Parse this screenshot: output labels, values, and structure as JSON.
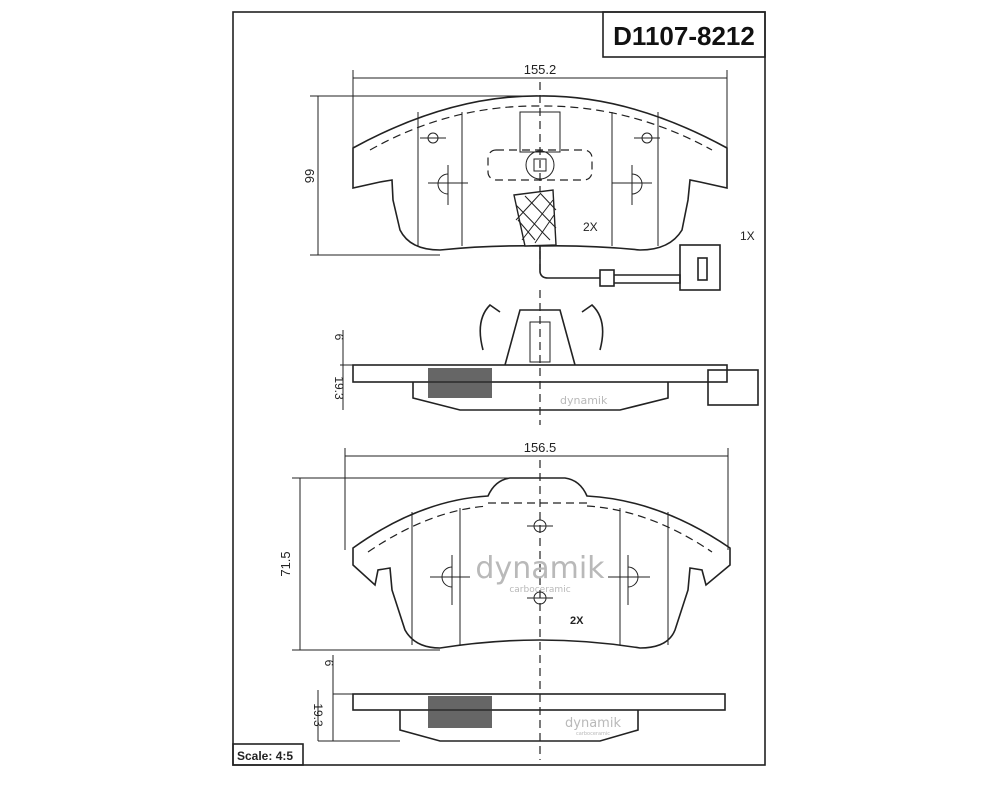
{
  "part_number": "D1107-8212",
  "scale_label": "Scale: 4:5",
  "top_view_pad_1": {
    "width_label": "155.2",
    "height_label": "66",
    "quantity": "2X",
    "sensor_quantity": "1X"
  },
  "side_view_1": {
    "thickness_backing": "6",
    "thickness_total": "19.3",
    "watermark": "dynamik"
  },
  "top_view_pad_2": {
    "width_label": "156.5",
    "height_label": "71.5",
    "quantity": "2X",
    "watermark": "dynamik",
    "watermark_sub": "carboceramic"
  },
  "side_view_2": {
    "thickness_backing": "6",
    "thickness_total": "19.3",
    "watermark": "dynamik",
    "watermark_sub": "carboceramic"
  }
}
